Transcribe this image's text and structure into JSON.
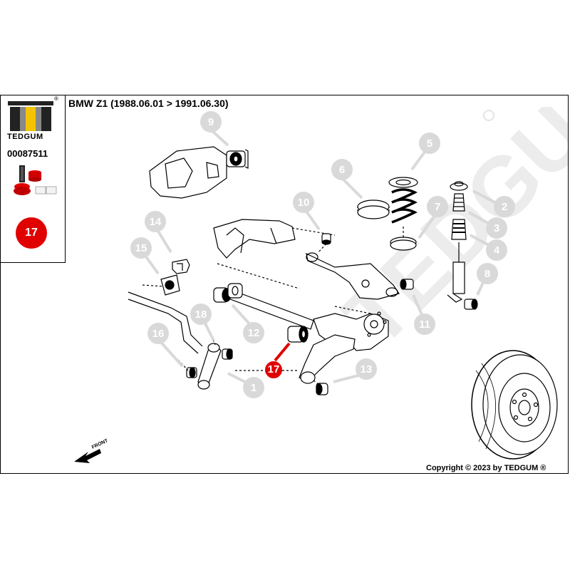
{
  "header": {
    "title": "BMW Z1 (1988.06.01 > 1991.06.30)",
    "registered_mark": "®"
  },
  "brand": {
    "logo_text": "TEDGUM",
    "watermark_text": "TEDGUM",
    "accent_color": "#e00000",
    "logo_yellow": "#f5c400"
  },
  "sidebar": {
    "part_number": "00087511",
    "highlight_label": "17"
  },
  "diagram": {
    "front_label": "FRONT",
    "callouts": [
      "1",
      "2",
      "3",
      "4",
      "5",
      "6",
      "7",
      "8",
      "9",
      "10",
      "11",
      "12",
      "13",
      "14",
      "15",
      "16",
      "17",
      "18"
    ],
    "highlighted_callout": "17",
    "callout_color": "#d9d9d9"
  },
  "footer": {
    "copyright": "Copyright © 2023 by TEDGUM ®"
  }
}
